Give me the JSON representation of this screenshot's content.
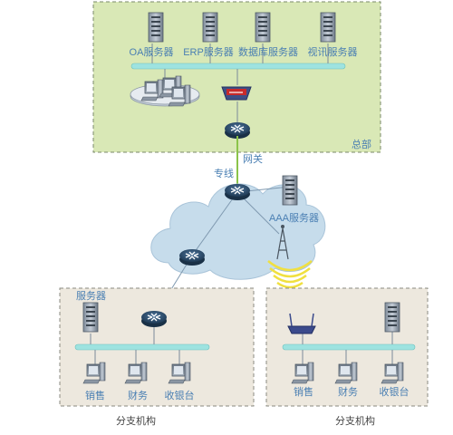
{
  "hq": {
    "label": "总部",
    "servers": [
      "OA服务器",
      "ERP服务器",
      "数据库服务器",
      "视讯服务器"
    ],
    "gateway_label": "网关"
  },
  "link": {
    "label": "专线"
  },
  "cloud": {
    "aaa_label": "AAA服务器"
  },
  "branch_left": {
    "label": "分支机构",
    "server_label": "服务器",
    "terminals": [
      "销售",
      "财务",
      "收银台"
    ]
  },
  "branch_right": {
    "label": "分支机构",
    "terminals": [
      "销售",
      "财务",
      "收银台"
    ]
  },
  "colors": {
    "hq_fill": "#d9e8b6",
    "branch_fill": "#ede8de",
    "bus": "#9ee3e0",
    "cloud": "#c6dceb",
    "router": "#2d4f6e",
    "link_green": "#8bc34a",
    "wifi": "#f0e040"
  }
}
